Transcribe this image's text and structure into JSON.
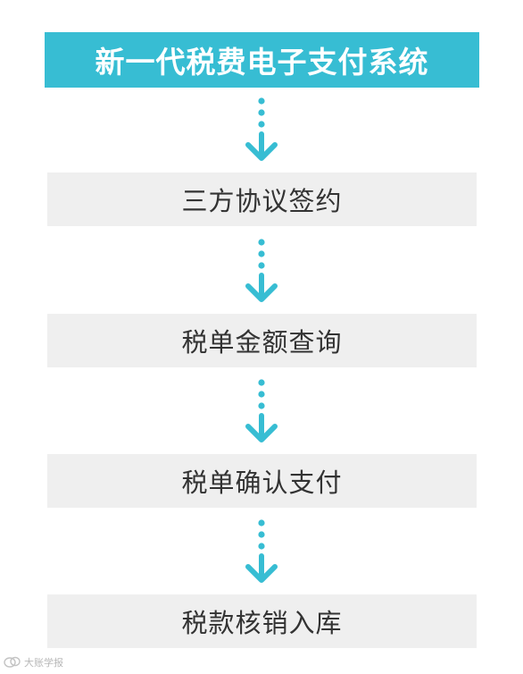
{
  "title": "新一代税费电子支付系统",
  "steps": [
    {
      "label": "三方协议签约"
    },
    {
      "label": "税单金额查询"
    },
    {
      "label": "税单确认支付"
    },
    {
      "label": "税款核销入库"
    }
  ],
  "watermark": {
    "text": "大账学报"
  },
  "colors": {
    "accent": "#37bdd3",
    "step_background": "#efefef",
    "step_text": "#333333",
    "title_text": "#ffffff"
  },
  "icons": {
    "connector": "dotted-down-arrow-icon",
    "watermark": "brand-logo-icon"
  }
}
